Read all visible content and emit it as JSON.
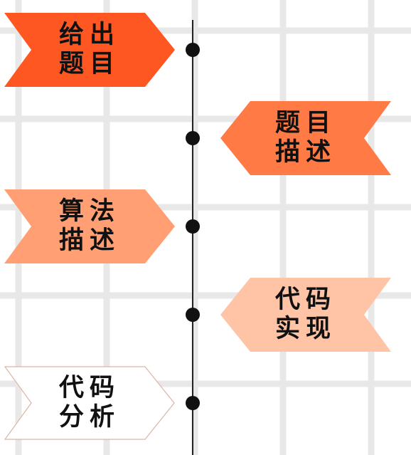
{
  "colors": {
    "background": "#ffffff",
    "grid": "#e8e8e8",
    "timeline": "#222222",
    "dot": "#111111",
    "step_1": "#ff5722",
    "step_2": "#ff7a45",
    "step_3": "#ff9f73",
    "step_4": "#ffc4a6",
    "step_5": "#ffffff",
    "step_5_border": "#d9b6a6"
  },
  "steps": [
    {
      "line1": "给出",
      "line2": "题目",
      "side": "left",
      "shape": "chevron-flag"
    },
    {
      "line1": "题目",
      "line2": "描述",
      "side": "right",
      "shape": "reverse-chevron-flag"
    },
    {
      "line1": "算法",
      "line2": "描述",
      "side": "left",
      "shape": "chevron-flag"
    },
    {
      "line1": "代码",
      "line2": "实现",
      "side": "right",
      "shape": "reverse-chevron-flag"
    },
    {
      "line1": "代码",
      "line2": "分析",
      "side": "left",
      "shape": "chevron-flag-outline"
    }
  ]
}
